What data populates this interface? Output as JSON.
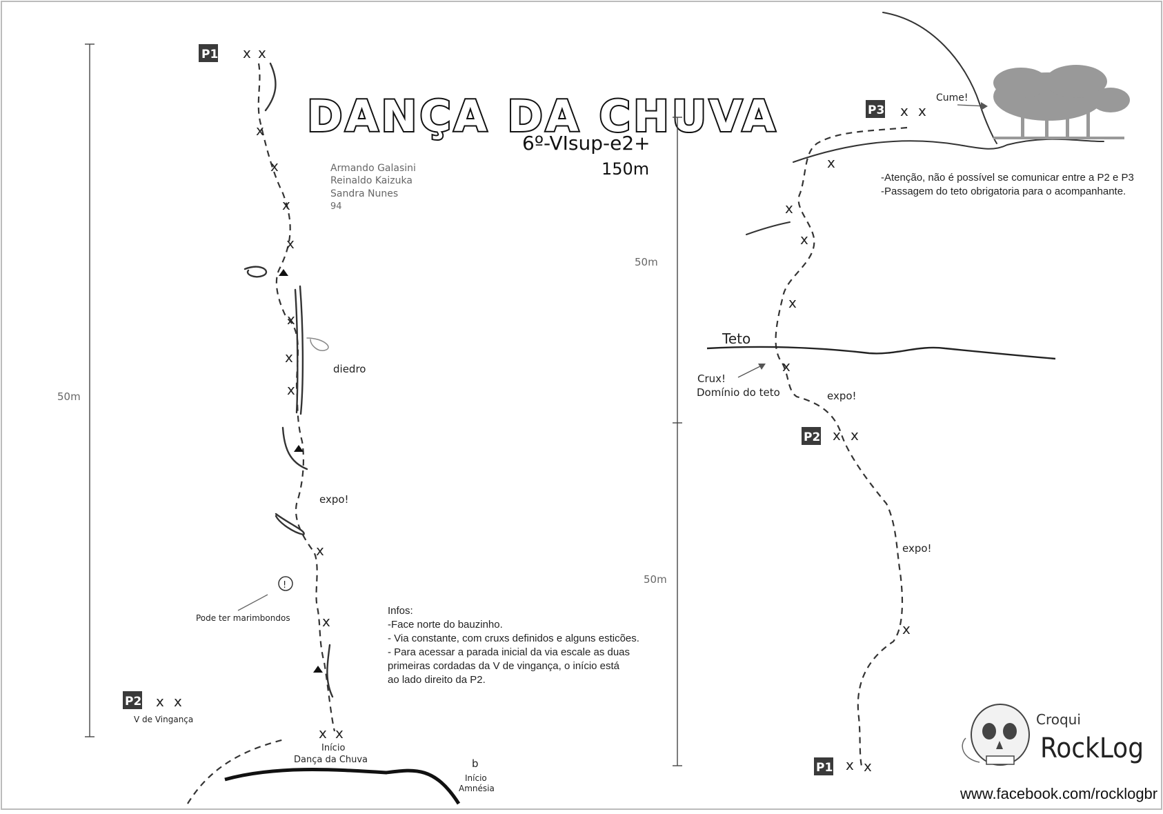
{
  "title": "DANÇA DA CHUVA",
  "grade": "6º-VIsup-e2+",
  "length": "150m",
  "authors": [
    "Armando Galasini",
    "Reinaldo Kaizuka",
    "Sandra Nunes",
    "94"
  ],
  "scale_labels": {
    "left": "50m",
    "right_top": "50m",
    "right_bottom": "50m"
  },
  "left_topo": {
    "p1_label": "P1",
    "p2_label": "P2",
    "p2_caption": "V  de  Vingança",
    "diedro": "diedro",
    "expo": "expo!",
    "warning": "Pode ter marimbondos",
    "warning_symbol": "!",
    "start_line1": "Início",
    "start_line2": "Dança  da  Chuva",
    "amnesia_line1": "Início",
    "amnesia_line2": "Amnésia",
    "amnesia_marker": "b"
  },
  "right_topo": {
    "p1_label": "P1",
    "p2_label": "P2",
    "p3_label": "P3",
    "teto": "Teto",
    "crux_line1": "Crux!",
    "crux_line2": "Domínio do teto",
    "expo_upper": "expo!",
    "expo_lower": "expo!",
    "cume": "Cume!"
  },
  "bolt_symbol": "x",
  "infos": [
    "Infos:",
    "-Face norte do bauzinho.",
    "- Via constante, com cruxs definidos e alguns esticões.",
    "- Para acessar a parada inicial da via escale as duas",
    "primeiras cordadas da V de vingança, o início está",
    "ao lado direito da P2."
  ],
  "notes": [
    "-Atenção, não é possível se comunicar entre a P2 e P3",
    "-Passagem do teto obrigatoria para o acompanhante."
  ],
  "logo": {
    "line1": "Croqui",
    "line2": "RockLog"
  },
  "footer_url": "www.facebook.com/rocklogbr"
}
